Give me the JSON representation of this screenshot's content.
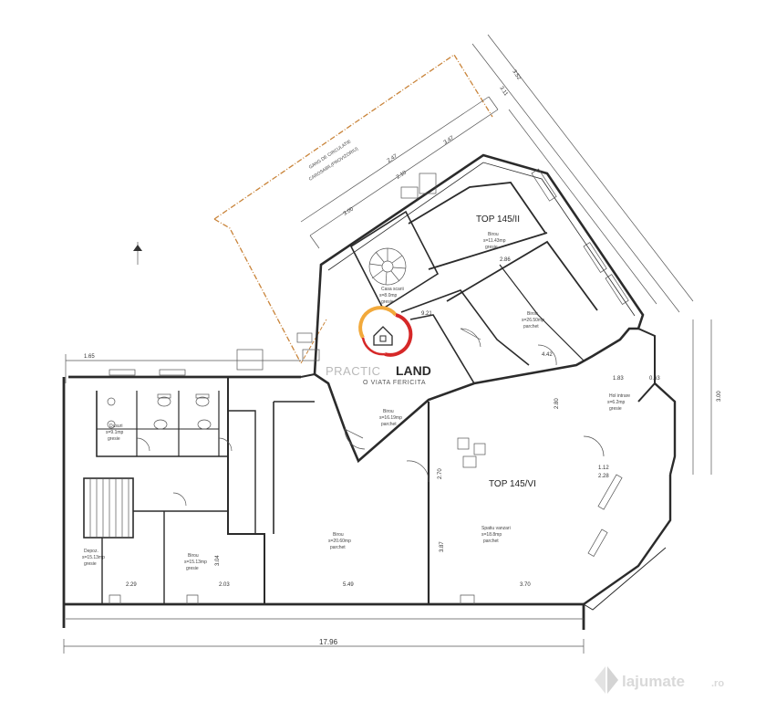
{
  "plan": {
    "units": [
      {
        "id": "top145-ii",
        "label": "TOP 145/II"
      },
      {
        "id": "top145-vi",
        "label": "TOP 145/VI"
      }
    ],
    "corridor_labels": [
      "GANG DE CIRCULATIE",
      "CAROSABIL(PROVIZORIU)"
    ],
    "rooms": [
      {
        "name": "Birou",
        "area": "s=26.50mp",
        "floor": "parchet"
      },
      {
        "name": "Birou",
        "area": "s=20.60mp",
        "floor": "parchet"
      },
      {
        "name": "Birou",
        "area": "s=16.19mp",
        "floor": "parchet"
      },
      {
        "name": "Birou",
        "area": "s=11.43mp",
        "floor": "gresie"
      },
      {
        "name": "Birou",
        "area": "s=15.13mp",
        "floor": "gresie"
      },
      {
        "name": "Spatiu vanzari",
        "area": "s=18.8mp",
        "floor": "parchet"
      },
      {
        "name": "Casa scarii",
        "area": "s=8.0mp",
        "floor": "gresie"
      },
      {
        "name": "Hol intrare",
        "area": "s=6.2mp",
        "floor": "gresie"
      },
      {
        "name": "Depoz.",
        "area": "s=15.13mp",
        "floor": "gresie"
      },
      {
        "name": "Dusuri",
        "area": "s=9.1mp",
        "floor": "gresie"
      }
    ],
    "dimensions": [
      "17.96",
      "1.65",
      "5.49",
      "3.70",
      "2.29",
      "2.03",
      "3.52",
      "3.11",
      "3.47",
      "2.47",
      "2.10",
      "3.00",
      "1.83",
      "0.63",
      "2.80",
      "3.00",
      "1.12",
      "2.28",
      "3.87",
      "3.04",
      "2.70",
      "9.21",
      "2.86",
      "4.42"
    ],
    "colors": {
      "ink": "#2b2b2b",
      "boundary": "#c9843a",
      "logo_red": "#d62828",
      "logo_orange": "#f2a93b"
    }
  },
  "branding": {
    "word_light": "PRACTIC",
    "word_bold": "LAND",
    "tagline": "O VIATA FERICITA"
  },
  "watermark": {
    "text": "lajumate",
    "suffix": ".ro"
  }
}
